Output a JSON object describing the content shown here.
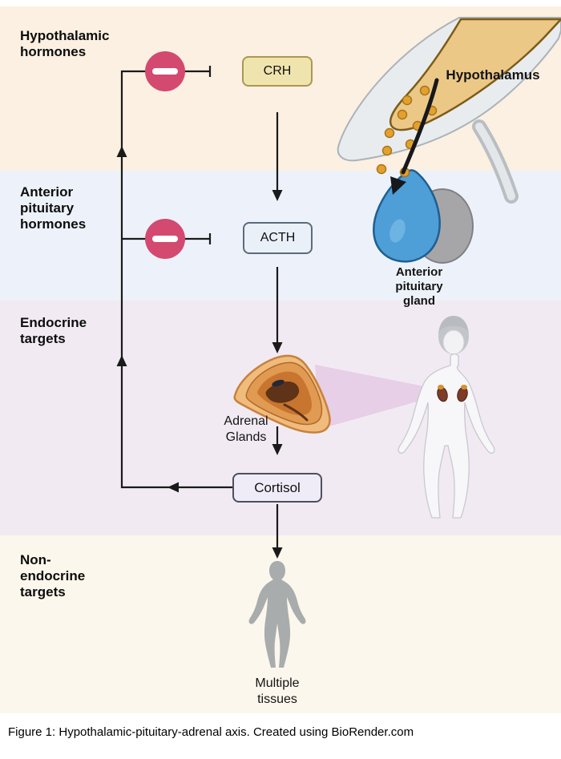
{
  "figure": {
    "caption": "Figure 1: Hypothalamic-pituitary-adrenal axis. Created using BioRender.com"
  },
  "bands": {
    "hypothalamic": {
      "label": "Hypothalamic\nhormones",
      "bg": "#fbf0e1"
    },
    "anterior_pituitary": {
      "label": "Anterior\npituitary\nhormones",
      "bg": "#edf2fa"
    },
    "endocrine": {
      "label": "Endocrine\ntargets",
      "bg": "#f1eaf3"
    },
    "non_endocrine": {
      "label": "Non-\nendocrine\ntargets",
      "bg": "#fcf7ec"
    }
  },
  "nodes": {
    "crh": {
      "label": "CRH",
      "fill": "#f0e4ae",
      "border": "#ab9752"
    },
    "acth": {
      "label": "ACTH",
      "fill": "#e9f0f8",
      "border": "#5c6b7a"
    },
    "cortisol": {
      "label": "Cortisol",
      "fill": "#efecf8",
      "border": "#4e4e5e"
    }
  },
  "anatomy_labels": {
    "hypothalamus": "Hypothalamus",
    "anterior_pituitary_gland": "Anterior\npituitary\ngland",
    "adrenal_glands": "Adrenal\nGlands",
    "multiple_tissues": "Multiple\ntissues"
  },
  "symbols": {
    "inhibition_color": "#d3496f",
    "arrow_color": "#1a1a1a"
  }
}
